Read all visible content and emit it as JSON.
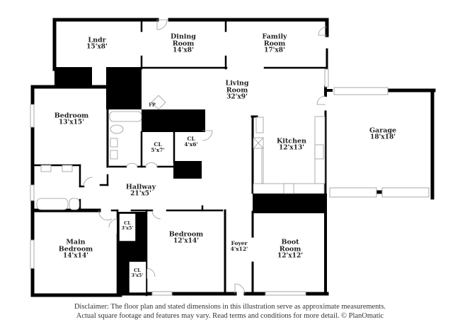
{
  "colors": {
    "wall": "#000000",
    "fixture": "#999999",
    "background": "#ffffff",
    "text": "#222222"
  },
  "rooms": {
    "lndr": {
      "name": "Lndr",
      "dim": "15'x8'"
    },
    "dining": {
      "name": "Dining Room",
      "dim": "14'x8'"
    },
    "family": {
      "name": "Family Room",
      "dim": "17'x8'"
    },
    "living": {
      "name": "Living Room",
      "dim": "32'x9'"
    },
    "bedroom_nw": {
      "name": "Bedroom",
      "dim": "13'x15'"
    },
    "fp": {
      "name": "FP"
    },
    "cl_5x7": {
      "name": "CL",
      "dim": "5'x7'"
    },
    "cl_4x6": {
      "name": "CL",
      "dim": "4'x6'"
    },
    "kitchen": {
      "name": "Kitchen",
      "dim": "12'x13'"
    },
    "garage": {
      "name": "Garage",
      "dim": "18'x18'"
    },
    "hallway": {
      "name": "Hallway",
      "dim": "21'x5'"
    },
    "cl_3x5_a": {
      "name": "CL",
      "dim": "3'x5'"
    },
    "cl_3x5_b": {
      "name": "CL",
      "dim": "3'x5'"
    },
    "main_bedroom": {
      "name": "Main Bedroom",
      "dim": "14'x14'"
    },
    "bedroom_s": {
      "name": "Bedroom",
      "dim": "12'x14'"
    },
    "foyer": {
      "name": "Foyer",
      "dim": "4'x12'"
    },
    "boot_room": {
      "name": "Boot Room",
      "dim": "12'x12'"
    }
  },
  "disclaimer": {
    "line1": "Disclaimer: The floor plan and stated dimensions in this illustration serve as approximate measurements.",
    "line2": "Actual square footage and features may vary. Read terms and conditions for more detail. © PlanOmatic"
  }
}
